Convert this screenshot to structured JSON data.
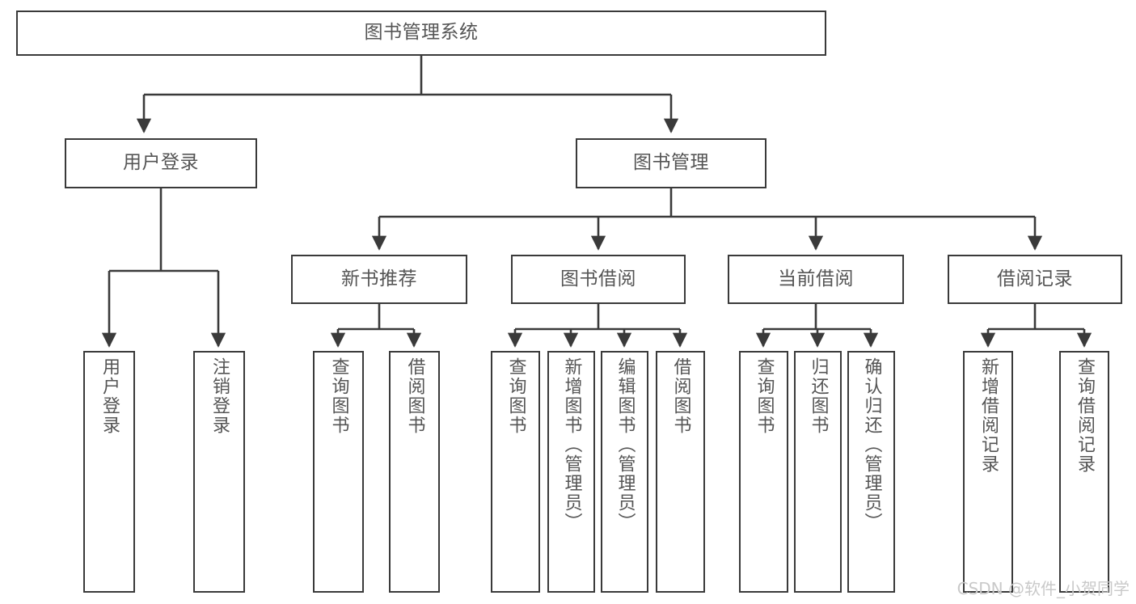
{
  "diagram": {
    "type": "tree",
    "title": "图书管理系统",
    "root": {
      "label": "图书管理系统"
    },
    "level2": [
      {
        "label": "用户登录"
      },
      {
        "label": "图书管理"
      }
    ],
    "level3": [
      {
        "label": "新书推荐"
      },
      {
        "label": "图书借阅"
      },
      {
        "label": "当前借阅"
      },
      {
        "label": "借阅记录"
      }
    ],
    "leaves": {
      "user_login": [
        {
          "label": "用户登录"
        },
        {
          "label": "注销登录"
        }
      ],
      "new_book_recommend": [
        {
          "label": "查询图书"
        },
        {
          "label": "借阅图书"
        }
      ],
      "book_borrow": [
        {
          "label": "查询图书"
        },
        {
          "label": "新增图书（管理员）"
        },
        {
          "label": "编辑图书（管理员）"
        },
        {
          "label": "借阅图书"
        }
      ],
      "current_borrow": [
        {
          "label": "查询图书"
        },
        {
          "label": "归还图书"
        },
        {
          "label": "确认归还（管理员）"
        }
      ],
      "borrow_record": [
        {
          "label": "新增借阅记录"
        },
        {
          "label": "查询借阅记录"
        }
      ]
    }
  },
  "watermark": {
    "text": "CSDN @软件_小贺同学"
  },
  "colors": {
    "stroke": "#3a3a3a",
    "text": "#555555",
    "background": "#ffffff",
    "watermark": "#c9c9c9"
  }
}
